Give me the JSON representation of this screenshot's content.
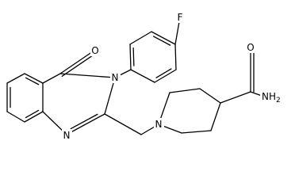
{
  "molecule": {
    "atoms": {
      "fluorine": "F",
      "oxygen_ketone": "O",
      "oxygen_amide": "O",
      "nitrogen_n3": "N",
      "nitrogen_n1": "N",
      "nitrogen_piperidine": "N",
      "amide_nh2": "NH2"
    }
  }
}
